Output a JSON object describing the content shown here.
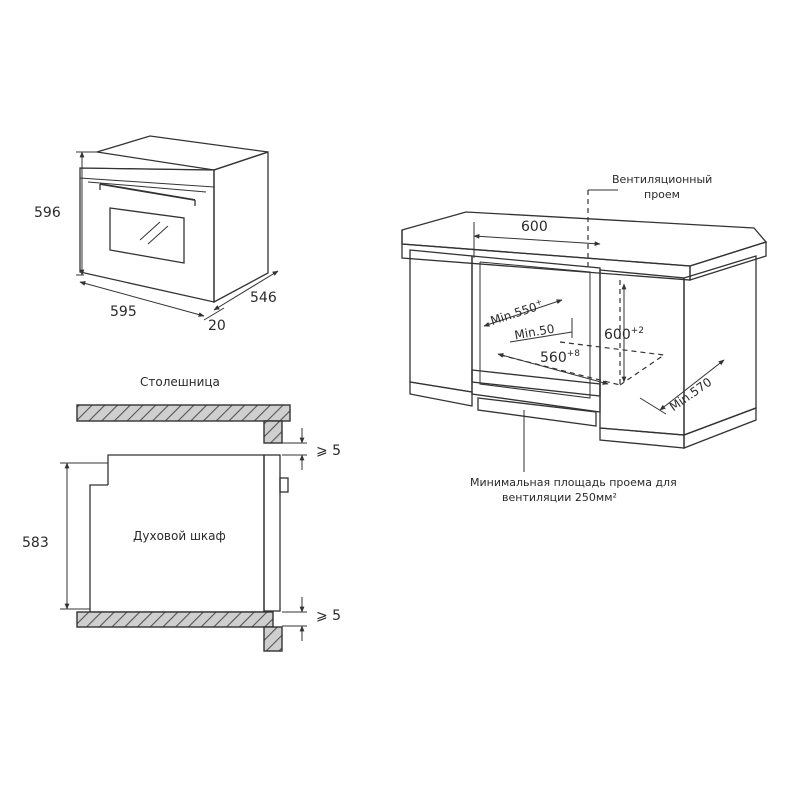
{
  "oven": {
    "height": "596",
    "width": "595",
    "depth": "546",
    "door_offset": "20"
  },
  "install": {
    "countertop_label": "Столешница",
    "oven_label": "Духовой шкаф",
    "niche_height": "583",
    "gap_top": "⩾ 5",
    "gap_bottom": "⩾ 5"
  },
  "cabinet": {
    "vent_label_line1": "Вентиляционный",
    "vent_label_line2": "проем",
    "width": "600",
    "min_depth": "Min.550",
    "min_depth_sup": "+",
    "min_gap": "Min.50",
    "niche_height_base": "600",
    "niche_height_sup": "+2",
    "niche_width_base": "560",
    "niche_width_sup": "+8",
    "min_570": "Min.570",
    "vent_area_line1": "Минимальная площадь проема для",
    "vent_area_line2": "вентиляции 250мм²"
  }
}
